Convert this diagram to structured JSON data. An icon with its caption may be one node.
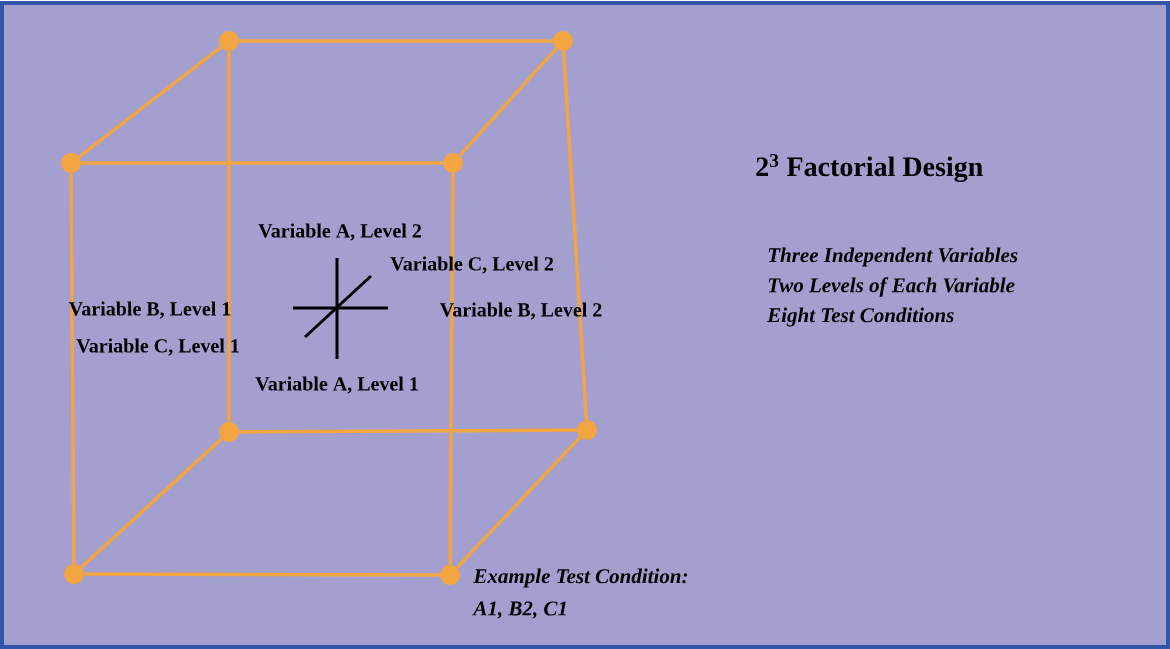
{
  "diagram": {
    "title": "2$^{3}$ Factorial Design",
    "nodes": [
      {
        "text": [],
        "shape": "circle"
      },
      {
        "text": [],
        "shape": "circle"
      },
      {
        "text": [],
        "shape": "circle"
      },
      {
        "text": [],
        "shape": "circle"
      },
      {
        "text": [],
        "shape": "circle"
      },
      {
        "text": [],
        "shape": "circle"
      },
      {
        "text": [],
        "shape": "circle"
      },
      {
        "text": [],
        "shape": "circle",
        "beside": [
          "Example Test Condition:",
          "A1, B2, C1"
        ]
      }
    ],
    "edges": [
      {
        "from": 0,
        "to": 1,
        "arrow": "none"
      },
      {
        "from": 0,
        "to": 2,
        "arrow": "none"
      },
      {
        "from": 0,
        "to": 4,
        "arrow": "none"
      },
      {
        "from": 1,
        "to": 3,
        "arrow": "none"
      },
      {
        "from": 1,
        "to": 5,
        "arrow": "none"
      },
      {
        "from": 2,
        "to": 3,
        "arrow": "none"
      },
      {
        "from": 2,
        "to": 6,
        "arrow": "none"
      },
      {
        "from": 3,
        "to": 7,
        "arrow": "none"
      },
      {
        "from": 4,
        "to": 5,
        "arrow": "none"
      },
      {
        "from": 4,
        "to": 6,
        "arrow": "none"
      },
      {
        "from": 5,
        "to": 7,
        "arrow": "none"
      },
      {
        "from": 6,
        "to": 7,
        "arrow": "none"
      }
    ],
    "labels": [
      "Variable A, Level 2",
      "Variable C, Level 2",
      "Variable B, Level 1",
      "Variable B, Level 2",
      "Variable C, Level 1",
      "Variable A, Level 1",
      "Three Independent Variables",
      "Two Levels of Each Variable",
      "Eight Test Conditions"
    ]
  }
}
